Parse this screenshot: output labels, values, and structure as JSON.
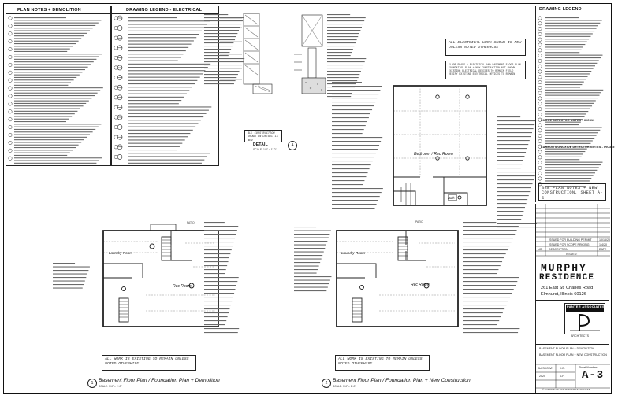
{
  "sheet": {
    "plan_notes_header": "PLAN NOTES + DEMOLITION",
    "electrical_legend_header": "DRAWING LEGEND - ELECTRICAL",
    "drawing_legend_header": "DRAWING LEGEND",
    "detail_label": "DETAIL",
    "detail_scale": "SCALE: 1/2\" = 1'-0\"",
    "detail_marker": "A"
  },
  "notes": {
    "electrical_note": "ALL ELECTRICAL WORK SHOWN IS NEW UNLESS NOTED OTHERWISE",
    "floor_plan_note": "FLOOR PLANS + ELECTRICAL AND BASEMENT FLOOR PLAN FOUNDATION PLAN + NEW CONSTRUCTION NOT SHOWN EXISTING ELECTRICAL DEVICES TO REMAIN FIELD VERIFY EXISTING ELECTRICAL DEVICES TO REMAIN",
    "construction_note": "ALL CONSTRUCTION SHOWN ON DETAIL IS NEW",
    "see_plan_notes": "SEE PLAN NOTES + NEW CONSTRUCTION, SHEET A-6",
    "existing_left": "ALL WORK IS EXISTING TO REMAIN UNLESS NOTED OTHERWISE",
    "existing_right": "ALL WORK IS EXISTING TO REMAIN UNLESS NOTED OTHERWISE",
    "smoke_header": "SMOKE DETECTOR NOTES - IRC310",
    "co_header": "CARBON MONOXIDE DETECTOR NOTES - IRC315"
  },
  "plans": {
    "left_title": "Basement Floor Plan / Foundation Plan + Demolition",
    "left_scale": "SCALE: 1/4\" = 1'-0\"",
    "left_marker": "1",
    "right_title": "Basement Floor Plan / Foundation Plan + New Construction",
    "right_scale": "SCALE: 1/4\" = 1'-0\"",
    "right_marker": "2",
    "room_laundry": "Laundry Room",
    "room_rec": "Rec Room",
    "room_bedroom": "Bedroom / Rec Room",
    "room_bath": "Bath",
    "patio_label": "PATIO"
  },
  "titleblock": {
    "issue_1": "ISSUED FOR BUILDING PERMIT",
    "issue_1_date": "10/16/20",
    "issue_2": "ISSUED FOR SCOPE PRICING",
    "issue_2_date": "1/4/20",
    "col_no": "NO.",
    "col_description": "DESCRIPTION",
    "col_date": "DATE",
    "issued_label": "ISSUED:",
    "project_line1": "MURPHY",
    "project_line2": "RESIDENCE",
    "address_1": "261 East St. Charles Road",
    "address_2": "Elmhurst, Illinois 60126",
    "firm_name": "PANTER ASSOCIATES",
    "firm_sub": "ARCHITECTS",
    "sheet_desc_1": "BASEMENT FLOOR PLAN + DEMOLITION",
    "sheet_desc_2": "BASEMENT FLOOR PLAN + NEW CONSTRUCTION",
    "sheet_number_label": "Sheet Number:",
    "sheet_number": "A-3",
    "drawn": "AU-SHOWN",
    "checked": "K.B.",
    "date": "2020",
    "by": "S.P.",
    "copyright": "© COPYRIGHT 2020 PANTER ASSOCIATES"
  }
}
